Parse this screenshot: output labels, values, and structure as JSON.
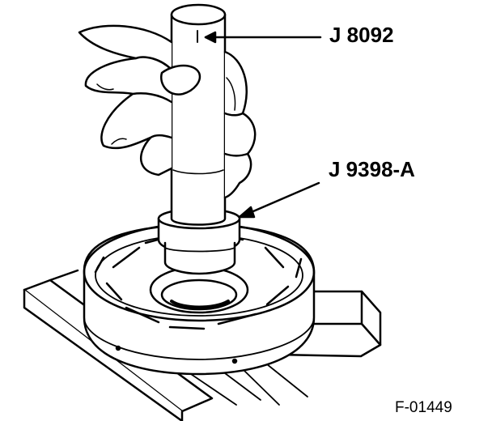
{
  "callouts": {
    "tool_1": "J 8092",
    "tool_2": "J 9398-A"
  },
  "figure_number": "F-01449",
  "colors": {
    "ink": "#000000",
    "paper": "#ffffff"
  }
}
